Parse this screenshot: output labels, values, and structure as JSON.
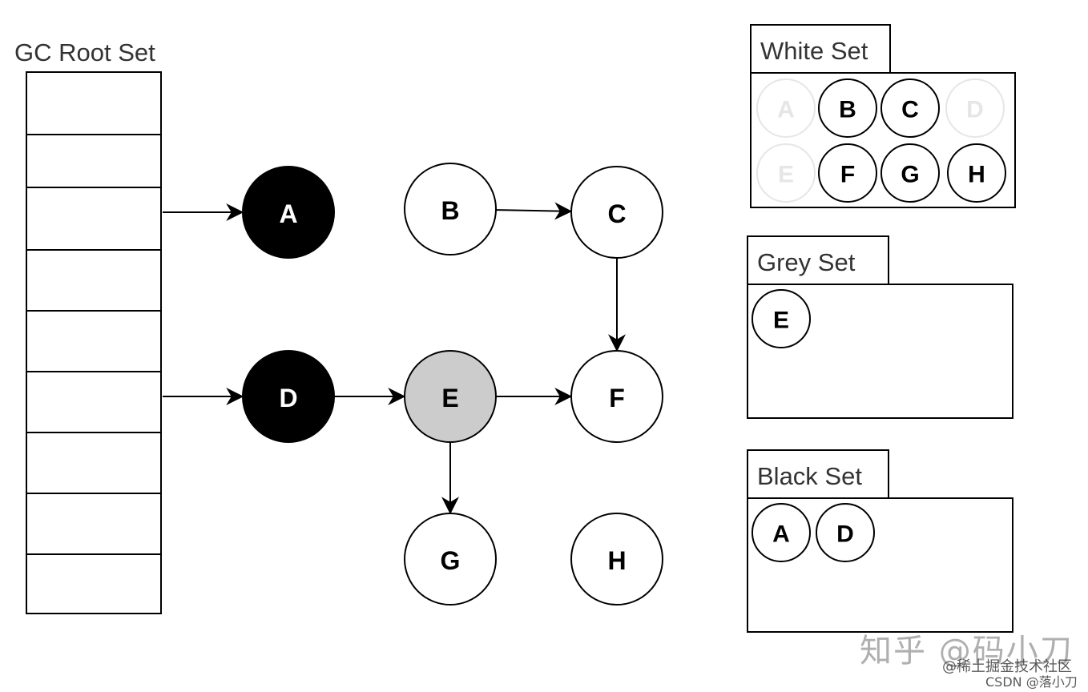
{
  "root_set": {
    "title": "GC Root Set",
    "slot_count": 9
  },
  "colors": {
    "black_node": "#000000",
    "grey_node": "#cccccc",
    "white_node": "#ffffff",
    "stroke": "#000000",
    "faded_chip": "#e6e6e6"
  },
  "nodes": [
    {
      "id": "A",
      "label": "A",
      "color": "black"
    },
    {
      "id": "B",
      "label": "B",
      "color": "white"
    },
    {
      "id": "C",
      "label": "C",
      "color": "white"
    },
    {
      "id": "D",
      "label": "D",
      "color": "black"
    },
    {
      "id": "E",
      "label": "E",
      "color": "grey"
    },
    {
      "id": "F",
      "label": "F",
      "color": "white"
    },
    {
      "id": "G",
      "label": "G",
      "color": "white"
    },
    {
      "id": "H",
      "label": "H",
      "color": "white"
    }
  ],
  "edges": [
    {
      "from": "root-slot-3",
      "to": "A"
    },
    {
      "from": "root-slot-6",
      "to": "D"
    },
    {
      "from": "B",
      "to": "C"
    },
    {
      "from": "C",
      "to": "F"
    },
    {
      "from": "D",
      "to": "E"
    },
    {
      "from": "E",
      "to": "F"
    },
    {
      "from": "E",
      "to": "G"
    }
  ],
  "sets": [
    {
      "id": "white",
      "title": "White Set",
      "members": [
        {
          "label": "A",
          "faded": true
        },
        {
          "label": "B",
          "faded": false
        },
        {
          "label": "C",
          "faded": false
        },
        {
          "label": "D",
          "faded": true
        },
        {
          "label": "E",
          "faded": true
        },
        {
          "label": "F",
          "faded": false
        },
        {
          "label": "G",
          "faded": false
        },
        {
          "label": "H",
          "faded": false
        }
      ]
    },
    {
      "id": "grey",
      "title": "Grey Set",
      "members": [
        {
          "label": "E",
          "faded": false
        }
      ]
    },
    {
      "id": "black",
      "title": "Black Set",
      "members": [
        {
          "label": "A",
          "faded": false
        },
        {
          "label": "D",
          "faded": false
        }
      ]
    }
  ],
  "watermark": {
    "main": "知乎 @码小刀",
    "sub": "@稀土掘金技术社区",
    "csdn": "CSDN @落小刀"
  }
}
